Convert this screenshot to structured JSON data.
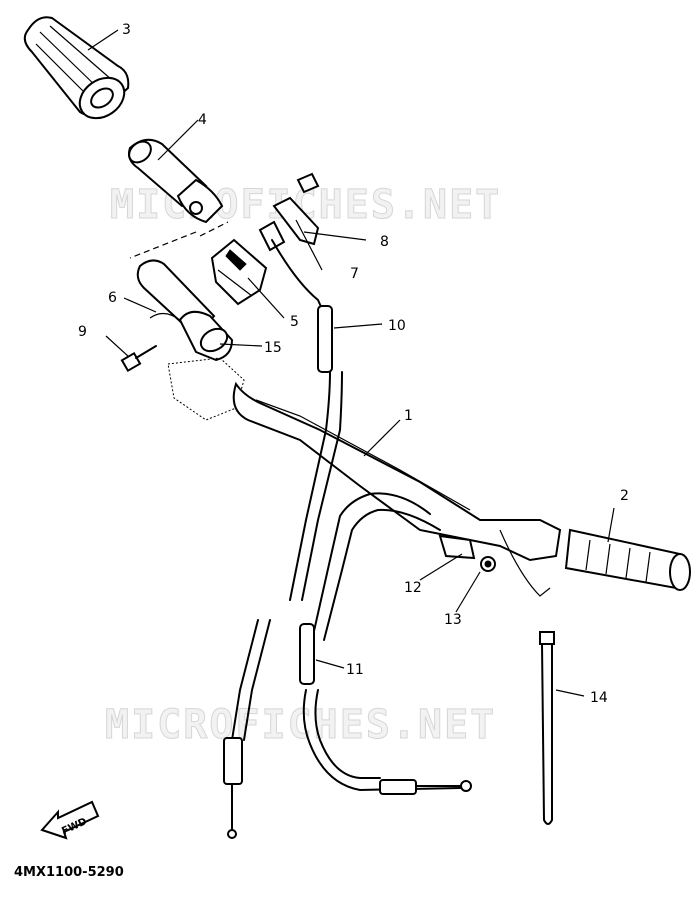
{
  "watermarks": [
    "MICROFICHES.NET",
    "MICROFICHES.NET"
  ],
  "part_code": "4MX1100-5290",
  "direction_tag": "FWD",
  "callouts": [
    "1",
    "2",
    "3",
    "4",
    "5",
    "6",
    "7",
    "8",
    "9",
    "10",
    "11",
    "12",
    "13",
    "14",
    "15"
  ],
  "icons": [
    "fwd-arrow-icon"
  ]
}
